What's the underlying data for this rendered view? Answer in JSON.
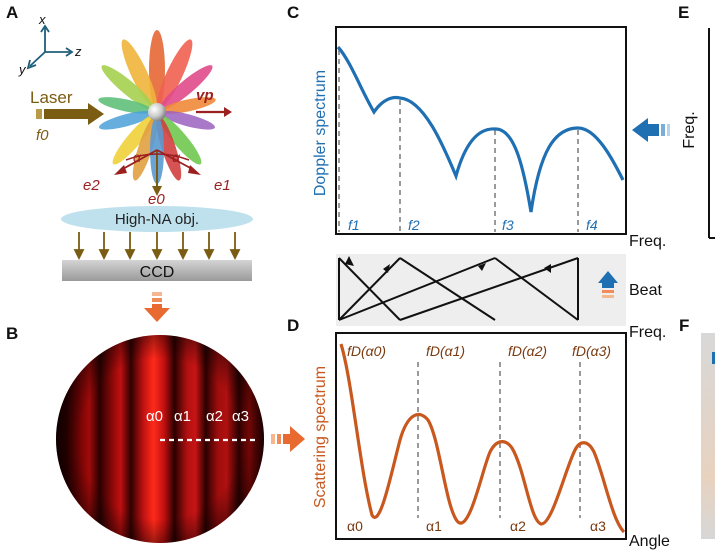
{
  "panels": {
    "a": "A",
    "b": "B",
    "c": "C",
    "d": "D",
    "e": "E",
    "f": "F"
  },
  "setup": {
    "axis_x": "x",
    "axis_y": "y",
    "axis_z": "z",
    "laser_label": "Laser",
    "f0_label": "f0",
    "vp_label": "vp",
    "alpha_left": "α",
    "alpha_right": "α",
    "e0": "e0",
    "e1": "e1",
    "e2": "e2",
    "objective_label": "High-NA obj.",
    "ccd_label": "CCD"
  },
  "fringes": {
    "alpha_labels": [
      "α0",
      "α1",
      "α2",
      "α3"
    ]
  },
  "doppler": {
    "ylabel": "Doppler spectrum",
    "xlabel": "Freq.",
    "markers": [
      "f1",
      "f2",
      "f3",
      "f4"
    ]
  },
  "beat": {
    "label": "Beat"
  },
  "scattering": {
    "ylabel": "Scattering spectrum",
    "xlabel": "Angle",
    "top_markers": [
      "fD(α0)",
      "fD(α1)",
      "fD(α2)",
      "fD(α3)"
    ],
    "bottom_markers": [
      "α0",
      "α1",
      "α2",
      "α3"
    ],
    "top_axis_label": "Freq."
  },
  "panel_e": {
    "ylabel": "Freq."
  },
  "colors": {
    "blue": "#1f6fb3",
    "orange": "#c8581e",
    "laser": "#7a5c12",
    "alpha_red": "#9b2020"
  }
}
